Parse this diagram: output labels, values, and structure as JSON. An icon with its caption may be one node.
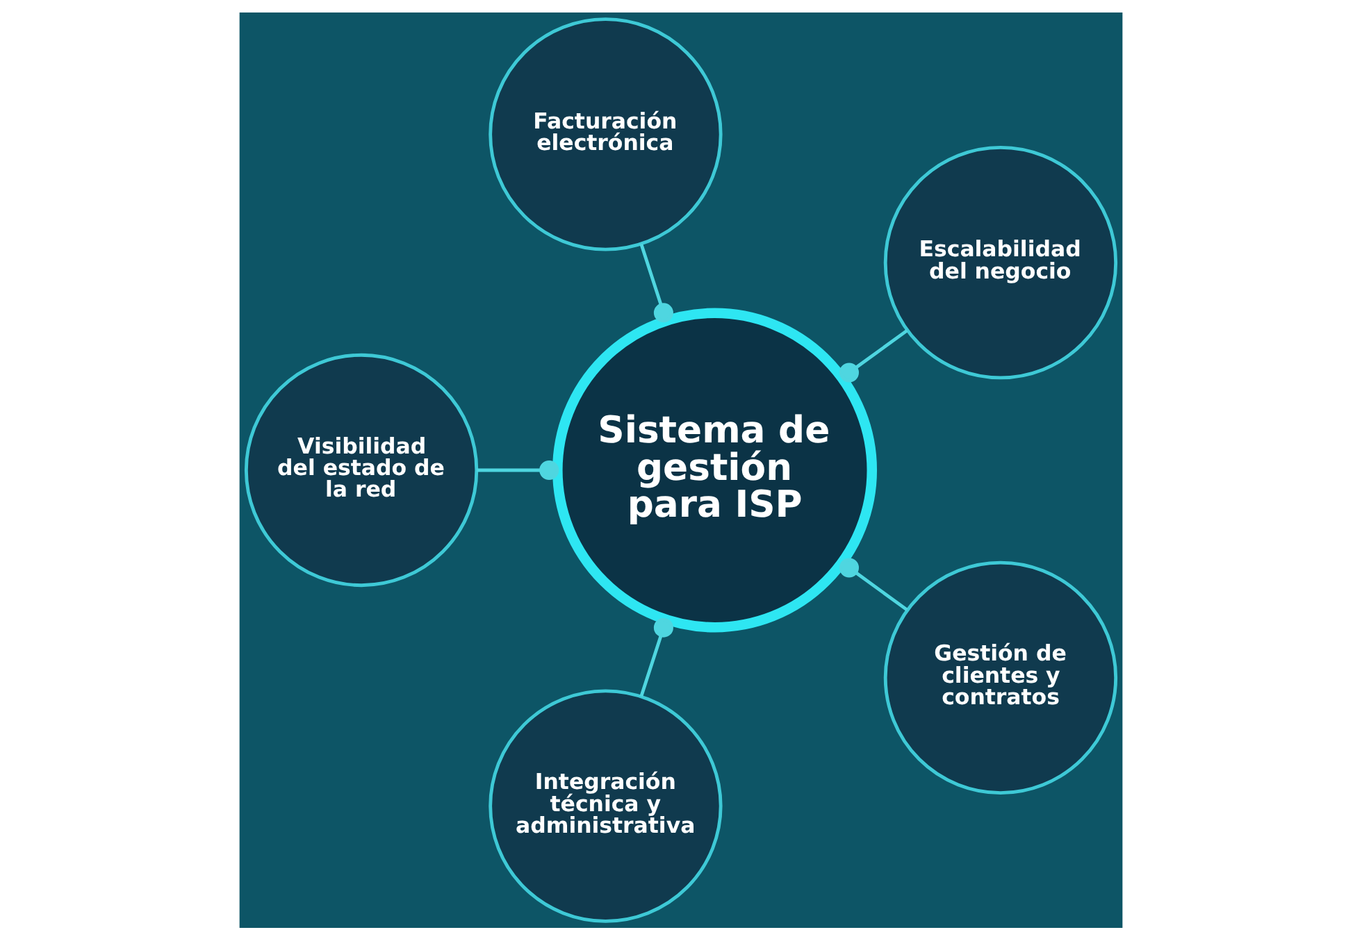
{
  "diagram": {
    "nodes": [
      {
        "text": [
          "Sistema de gestión para ISP"
        ]
      },
      {
        "text": [
          "Facturación electrónica"
        ]
      },
      {
        "text": [
          "Visibilidad del estado de la red"
        ]
      },
      {
        "text": [
          "Escalabilidad del negocio"
        ]
      },
      {
        "text": [
          "Integración técnica y administrativa"
        ]
      },
      {
        "text": [
          "Gestión de clientes y contratos"
        ]
      }
    ],
    "edges": [
      {
        "from": 0,
        "to": 1,
        "arrow": "other"
      },
      {
        "from": 0,
        "to": 3,
        "arrow": "other"
      },
      {
        "from": 0,
        "to": 5,
        "arrow": "other"
      },
      {
        "from": 0,
        "to": 4,
        "arrow": "other"
      },
      {
        "from": 0,
        "to": 2,
        "arrow": "other"
      }
    ]
  }
}
